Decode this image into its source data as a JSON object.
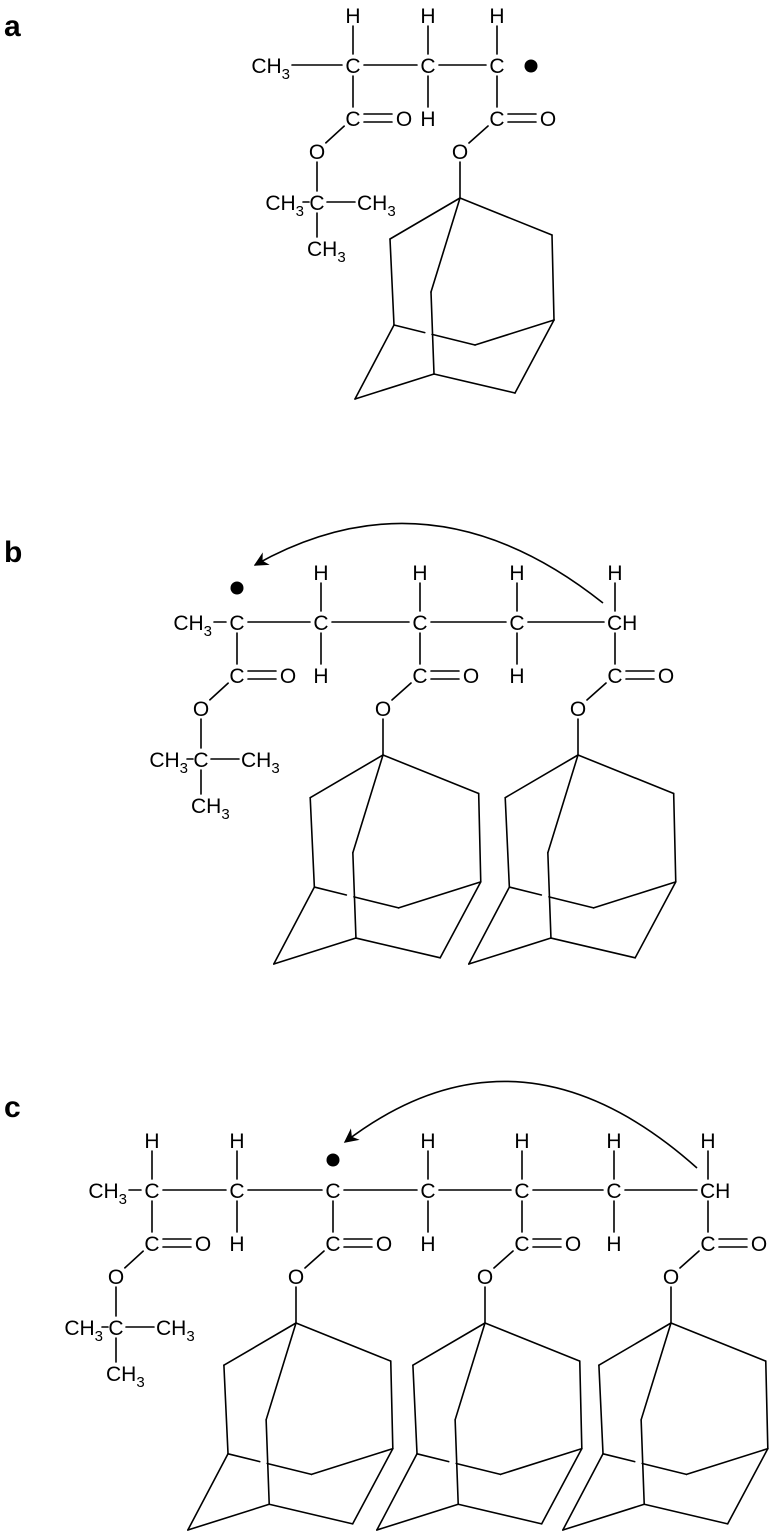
{
  "figure": {
    "panels": [
      {
        "label": "a"
      },
      {
        "label": "b"
      },
      {
        "label": "c"
      }
    ],
    "atoms": {
      "carbon": "C",
      "hydrogen": "H",
      "oxygen": "O",
      "methine": "CH",
      "methyl": "CH",
      "methyl_subscript": "3"
    }
  }
}
